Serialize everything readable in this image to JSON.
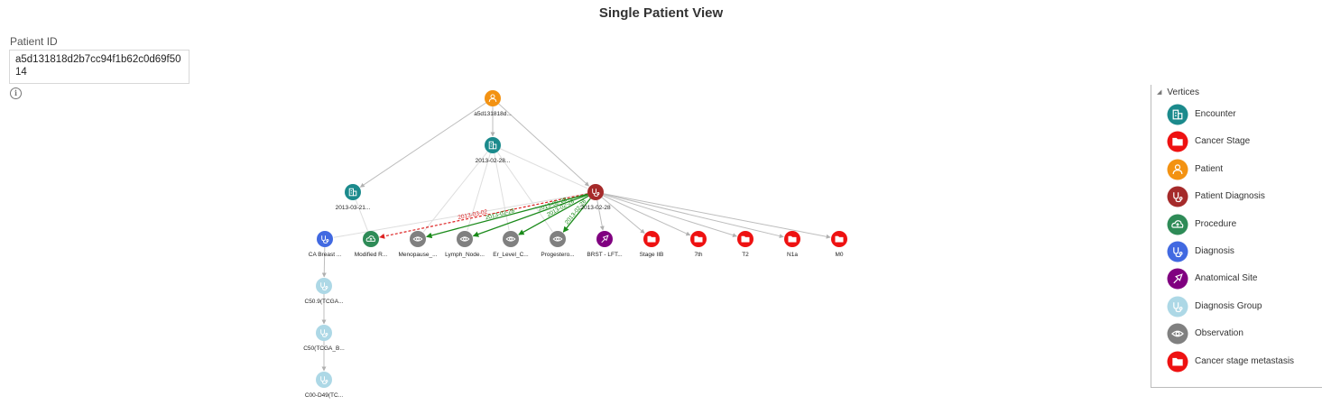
{
  "page": {
    "title": "Single Patient View"
  },
  "patient_field": {
    "label": "Patient ID",
    "value": "a5d131818d2b7cc94f1b62c0d69f5014",
    "info_icon": "info-icon"
  },
  "graph": {
    "nodes": [
      {
        "id": "patient",
        "label": "a5d131818d...",
        "type": "patient"
      },
      {
        "id": "enc1",
        "label": "2013-02-28...",
        "type": "encounter"
      },
      {
        "id": "enc2",
        "label": "2013-03-21...",
        "type": "encounter"
      },
      {
        "id": "pdiag",
        "label": "2013-02-28",
        "type": "patient_diagnosis"
      },
      {
        "id": "diag",
        "label": "CA Breast ...",
        "type": "diagnosis"
      },
      {
        "id": "proc",
        "label": "Modified R...",
        "type": "procedure"
      },
      {
        "id": "obs1",
        "label": "Menopause_...",
        "type": "observation"
      },
      {
        "id": "obs2",
        "label": "Lymph_Node...",
        "type": "observation"
      },
      {
        "id": "obs3",
        "label": "Er_Level_C...",
        "type": "observation"
      },
      {
        "id": "obs4",
        "label": "Progestero...",
        "type": "observation"
      },
      {
        "id": "site",
        "label": "BRST - LFT...",
        "type": "anatomical_site"
      },
      {
        "id": "stage",
        "label": "Stage IIB",
        "type": "cancer_stage"
      },
      {
        "id": "ed",
        "label": "7th",
        "type": "cancer_stage"
      },
      {
        "id": "t2",
        "label": "T2",
        "type": "cancer_stage"
      },
      {
        "id": "n1a",
        "label": "N1a",
        "type": "cancer_stage"
      },
      {
        "id": "m0",
        "label": "M0",
        "type": "cancer_stage_metastasis"
      },
      {
        "id": "dg1",
        "label": "C50.9(TCGA...",
        "type": "diagnosis_group"
      },
      {
        "id": "dg2",
        "label": "C50(TCGA_B...",
        "type": "diagnosis_group"
      },
      {
        "id": "dg3",
        "label": "C00-D49(TC...",
        "type": "diagnosis_group"
      }
    ],
    "edges": [
      {
        "from": "patient",
        "to": "enc1",
        "style": "gray"
      },
      {
        "from": "patient",
        "to": "enc2",
        "style": "gray"
      },
      {
        "from": "patient",
        "to": "pdiag",
        "style": "gray"
      },
      {
        "from": "enc1",
        "to": "pdiag",
        "style": "light"
      },
      {
        "from": "enc1",
        "to": "obs1",
        "style": "light"
      },
      {
        "from": "enc1",
        "to": "obs2",
        "style": "light"
      },
      {
        "from": "enc1",
        "to": "obs3",
        "style": "light"
      },
      {
        "from": "enc1",
        "to": "obs4",
        "style": "light"
      },
      {
        "from": "enc2",
        "to": "proc",
        "style": "light"
      },
      {
        "from": "pdiag",
        "to": "diag",
        "style": "light"
      },
      {
        "from": "pdiag",
        "to": "proc",
        "style": "red",
        "label": "2013-03-02"
      },
      {
        "from": "pdiag",
        "to": "obs1",
        "style": "green",
        "label": "2013-02-28"
      },
      {
        "from": "pdiag",
        "to": "obs2",
        "style": "green",
        "label": "2013-02-28"
      },
      {
        "from": "pdiag",
        "to": "obs3",
        "style": "green",
        "label": "2013-02-28"
      },
      {
        "from": "pdiag",
        "to": "obs4",
        "style": "green",
        "label": "2013-02-28"
      },
      {
        "from": "pdiag",
        "to": "site",
        "style": "gray"
      },
      {
        "from": "pdiag",
        "to": "stage",
        "style": "gray"
      },
      {
        "from": "pdiag",
        "to": "ed",
        "style": "gray"
      },
      {
        "from": "pdiag",
        "to": "t2",
        "style": "gray"
      },
      {
        "from": "pdiag",
        "to": "n1a",
        "style": "gray"
      },
      {
        "from": "pdiag",
        "to": "m0",
        "style": "gray"
      },
      {
        "from": "diag",
        "to": "dg1",
        "style": "gray"
      },
      {
        "from": "dg1",
        "to": "dg2",
        "style": "gray"
      },
      {
        "from": "dg2",
        "to": "dg3",
        "style": "gray"
      }
    ]
  },
  "legend": {
    "header": "Vertices",
    "items": [
      {
        "label": "Encounter",
        "type": "encounter"
      },
      {
        "label": "Cancer Stage",
        "type": "cancer_stage"
      },
      {
        "label": "Patient",
        "type": "patient"
      },
      {
        "label": "Patient Diagnosis",
        "type": "patient_diagnosis"
      },
      {
        "label": "Procedure",
        "type": "procedure"
      },
      {
        "label": "Diagnosis",
        "type": "diagnosis"
      },
      {
        "label": "Anatomical Site",
        "type": "anatomical_site"
      },
      {
        "label": "Diagnosis Group",
        "type": "diagnosis_group"
      },
      {
        "label": "Observation",
        "type": "observation"
      },
      {
        "label": "Cancer stage metastasis",
        "type": "cancer_stage_metastasis"
      }
    ]
  },
  "type_styles": {
    "encounter": {
      "color": "#1b8a8c",
      "icon": "building-icon"
    },
    "cancer_stage": {
      "color": "#ee1111",
      "icon": "folder-icon"
    },
    "patient": {
      "color": "#f39212",
      "icon": "person-icon"
    },
    "patient_diagnosis": {
      "color": "#a52a2a",
      "icon": "stethoscope-icon"
    },
    "procedure": {
      "color": "#2e8b57",
      "icon": "cloud-icon"
    },
    "diagnosis": {
      "color": "#4169e1",
      "icon": "stethoscope-icon"
    },
    "anatomical_site": {
      "color": "#800080",
      "icon": "pin-icon"
    },
    "diagnosis_group": {
      "color": "#add8e6",
      "icon": "stethoscope-icon"
    },
    "observation": {
      "color": "#808080",
      "icon": "eye-icon"
    },
    "cancer_stage_metastasis": {
      "color": "#ee1111",
      "icon": "folder-icon"
    }
  }
}
